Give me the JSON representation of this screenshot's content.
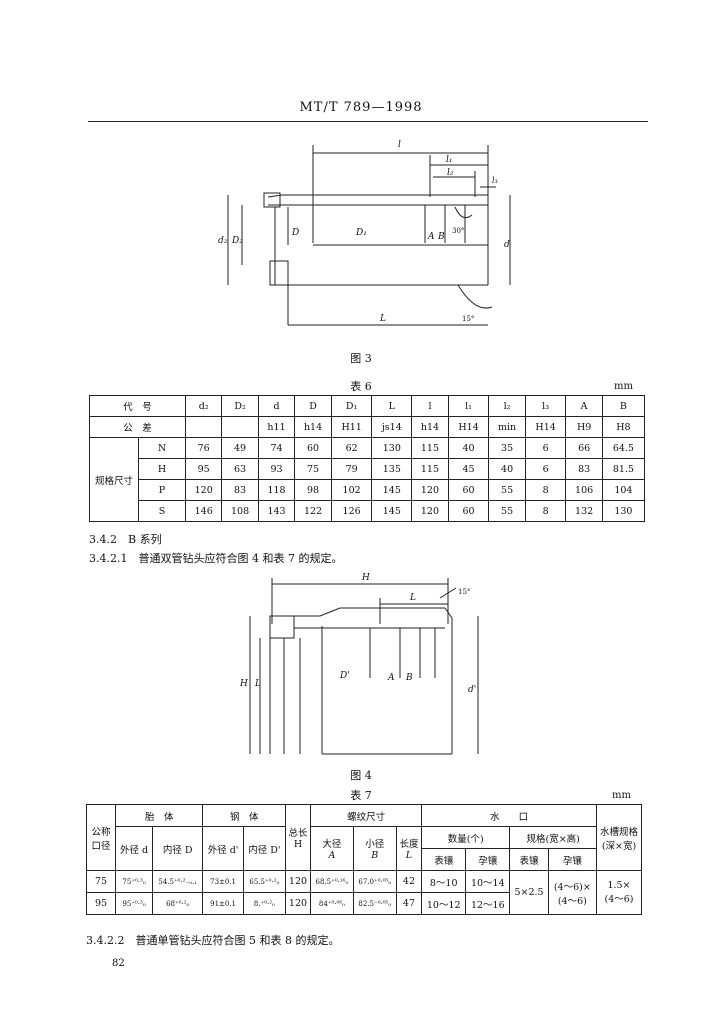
{
  "header": {
    "standard": "MT/T 789—1998"
  },
  "fig3": {
    "caption": "图 3",
    "labels": {
      "l": "l",
      "l1": "l₁",
      "l2": "l₂",
      "l3": "l₃",
      "angle30": "30°",
      "d2": "d₂",
      "D2": "D₂",
      "D": "D",
      "D1": "D₁",
      "A": "A",
      "B": "B",
      "d": "d",
      "L": "L",
      "angle15": "15°"
    }
  },
  "table6": {
    "title": "表 6",
    "unit": "mm",
    "code_label": "代　号",
    "tol_label": "公　差",
    "spec_label": "规格尺寸",
    "headers": [
      "d₂",
      "D₂",
      "d",
      "D",
      "D₁",
      "L",
      "l",
      "l₁",
      "l₂",
      "l₃",
      "A",
      "B"
    ],
    "tolerances": [
      "",
      "",
      "h11",
      "h14",
      "H11",
      "js14",
      "h14",
      "H14",
      "min",
      "H14",
      "H9",
      "H8"
    ],
    "rows": [
      {
        "name": "N",
        "values": [
          "76",
          "49",
          "74",
          "60",
          "62",
          "130",
          "115",
          "40",
          "35",
          "6",
          "66",
          "64.5"
        ]
      },
      {
        "name": "H",
        "values": [
          "95",
          "63",
          "93",
          "75",
          "79",
          "135",
          "115",
          "45",
          "40",
          "6",
          "83",
          "81.5"
        ]
      },
      {
        "name": "P",
        "values": [
          "120",
          "83",
          "118",
          "98",
          "102",
          "145",
          "120",
          "60",
          "55",
          "8",
          "106",
          "104"
        ]
      },
      {
        "name": "S",
        "values": [
          "146",
          "108",
          "143",
          "122",
          "126",
          "145",
          "120",
          "60",
          "55",
          "8",
          "132",
          "130"
        ]
      }
    ]
  },
  "sec_342": "3.4.2　B 系列",
  "sec_3421": "3.4.2.1　普通双管钻头应符合图 4 和表 7 的规定。",
  "fig4": {
    "caption": "图 4",
    "labels": {
      "H": "H",
      "L": "L",
      "angle15": "15°",
      "H_left": "H",
      "l_left": "L",
      "D": "D'",
      "A": "A",
      "B": "B",
      "d": "d'"
    }
  },
  "table7": {
    "title": "表 7",
    "unit": "mm",
    "h_nominal": "公称口径",
    "h_outer_body": "胎　体",
    "h_outer_d": "外径 d",
    "h_inner_D": "内径 D",
    "h_steel_body": "钢　体",
    "h_outer_d2": "外径 d'",
    "h_inner_D2": "内径 D'",
    "h_total": "总长 H",
    "h_thread": "螺纹尺寸",
    "h_major": "大径",
    "h_major_sym": "A",
    "h_minor": "小径",
    "h_minor_sym": "B",
    "h_length": "长度",
    "h_length_sym": "L",
    "h_water": "水　　口",
    "h_count": "数量(个)",
    "h_spec": "规格(宽×高)",
    "h_outer": "表镶",
    "h_inner": "孕镶",
    "h_outer2": "表镶",
    "h_inner2": "孕镶",
    "h_groove": "水槽规格(深×宽)",
    "rows": [
      {
        "nominal": "75",
        "d": "75⁺⁰·³₀",
        "D": "54.5⁺⁰·²₋₀.₁",
        "d2": "73±0.1",
        "D2": "65.5⁺⁰·²₀",
        "H": "120",
        "A": "68.5⁺⁰·¹⁶₀",
        "B": "67.0⁺⁰·⁰⁵₀",
        "L": "42",
        "c1": "8～10",
        "c2": "10～14"
      },
      {
        "nominal": "95",
        "d": "95⁺⁰·³₀",
        "D": "68⁺⁰·²₀",
        "d2": "91±0.1",
        "D2": "8.⁺⁰·²₀",
        "H": "120",
        "A": "84⁺⁰·⁰⁶₀",
        "B": "82.5⁻⁰·⁰⁵₀",
        "L": "47",
        "c1": "10～12",
        "c2": "12～16"
      }
    ],
    "spec_outer": "5×2.5",
    "spec_inner_a": "(4～6)×",
    "spec_inner_b": "(4～6)",
    "groove_a": "1.5×",
    "groove_b": "(4～6)"
  },
  "sec_3422": "3.4.2.2　普通单管钻头应符合图 5 和表 8 的规定。",
  "page_number": "82"
}
